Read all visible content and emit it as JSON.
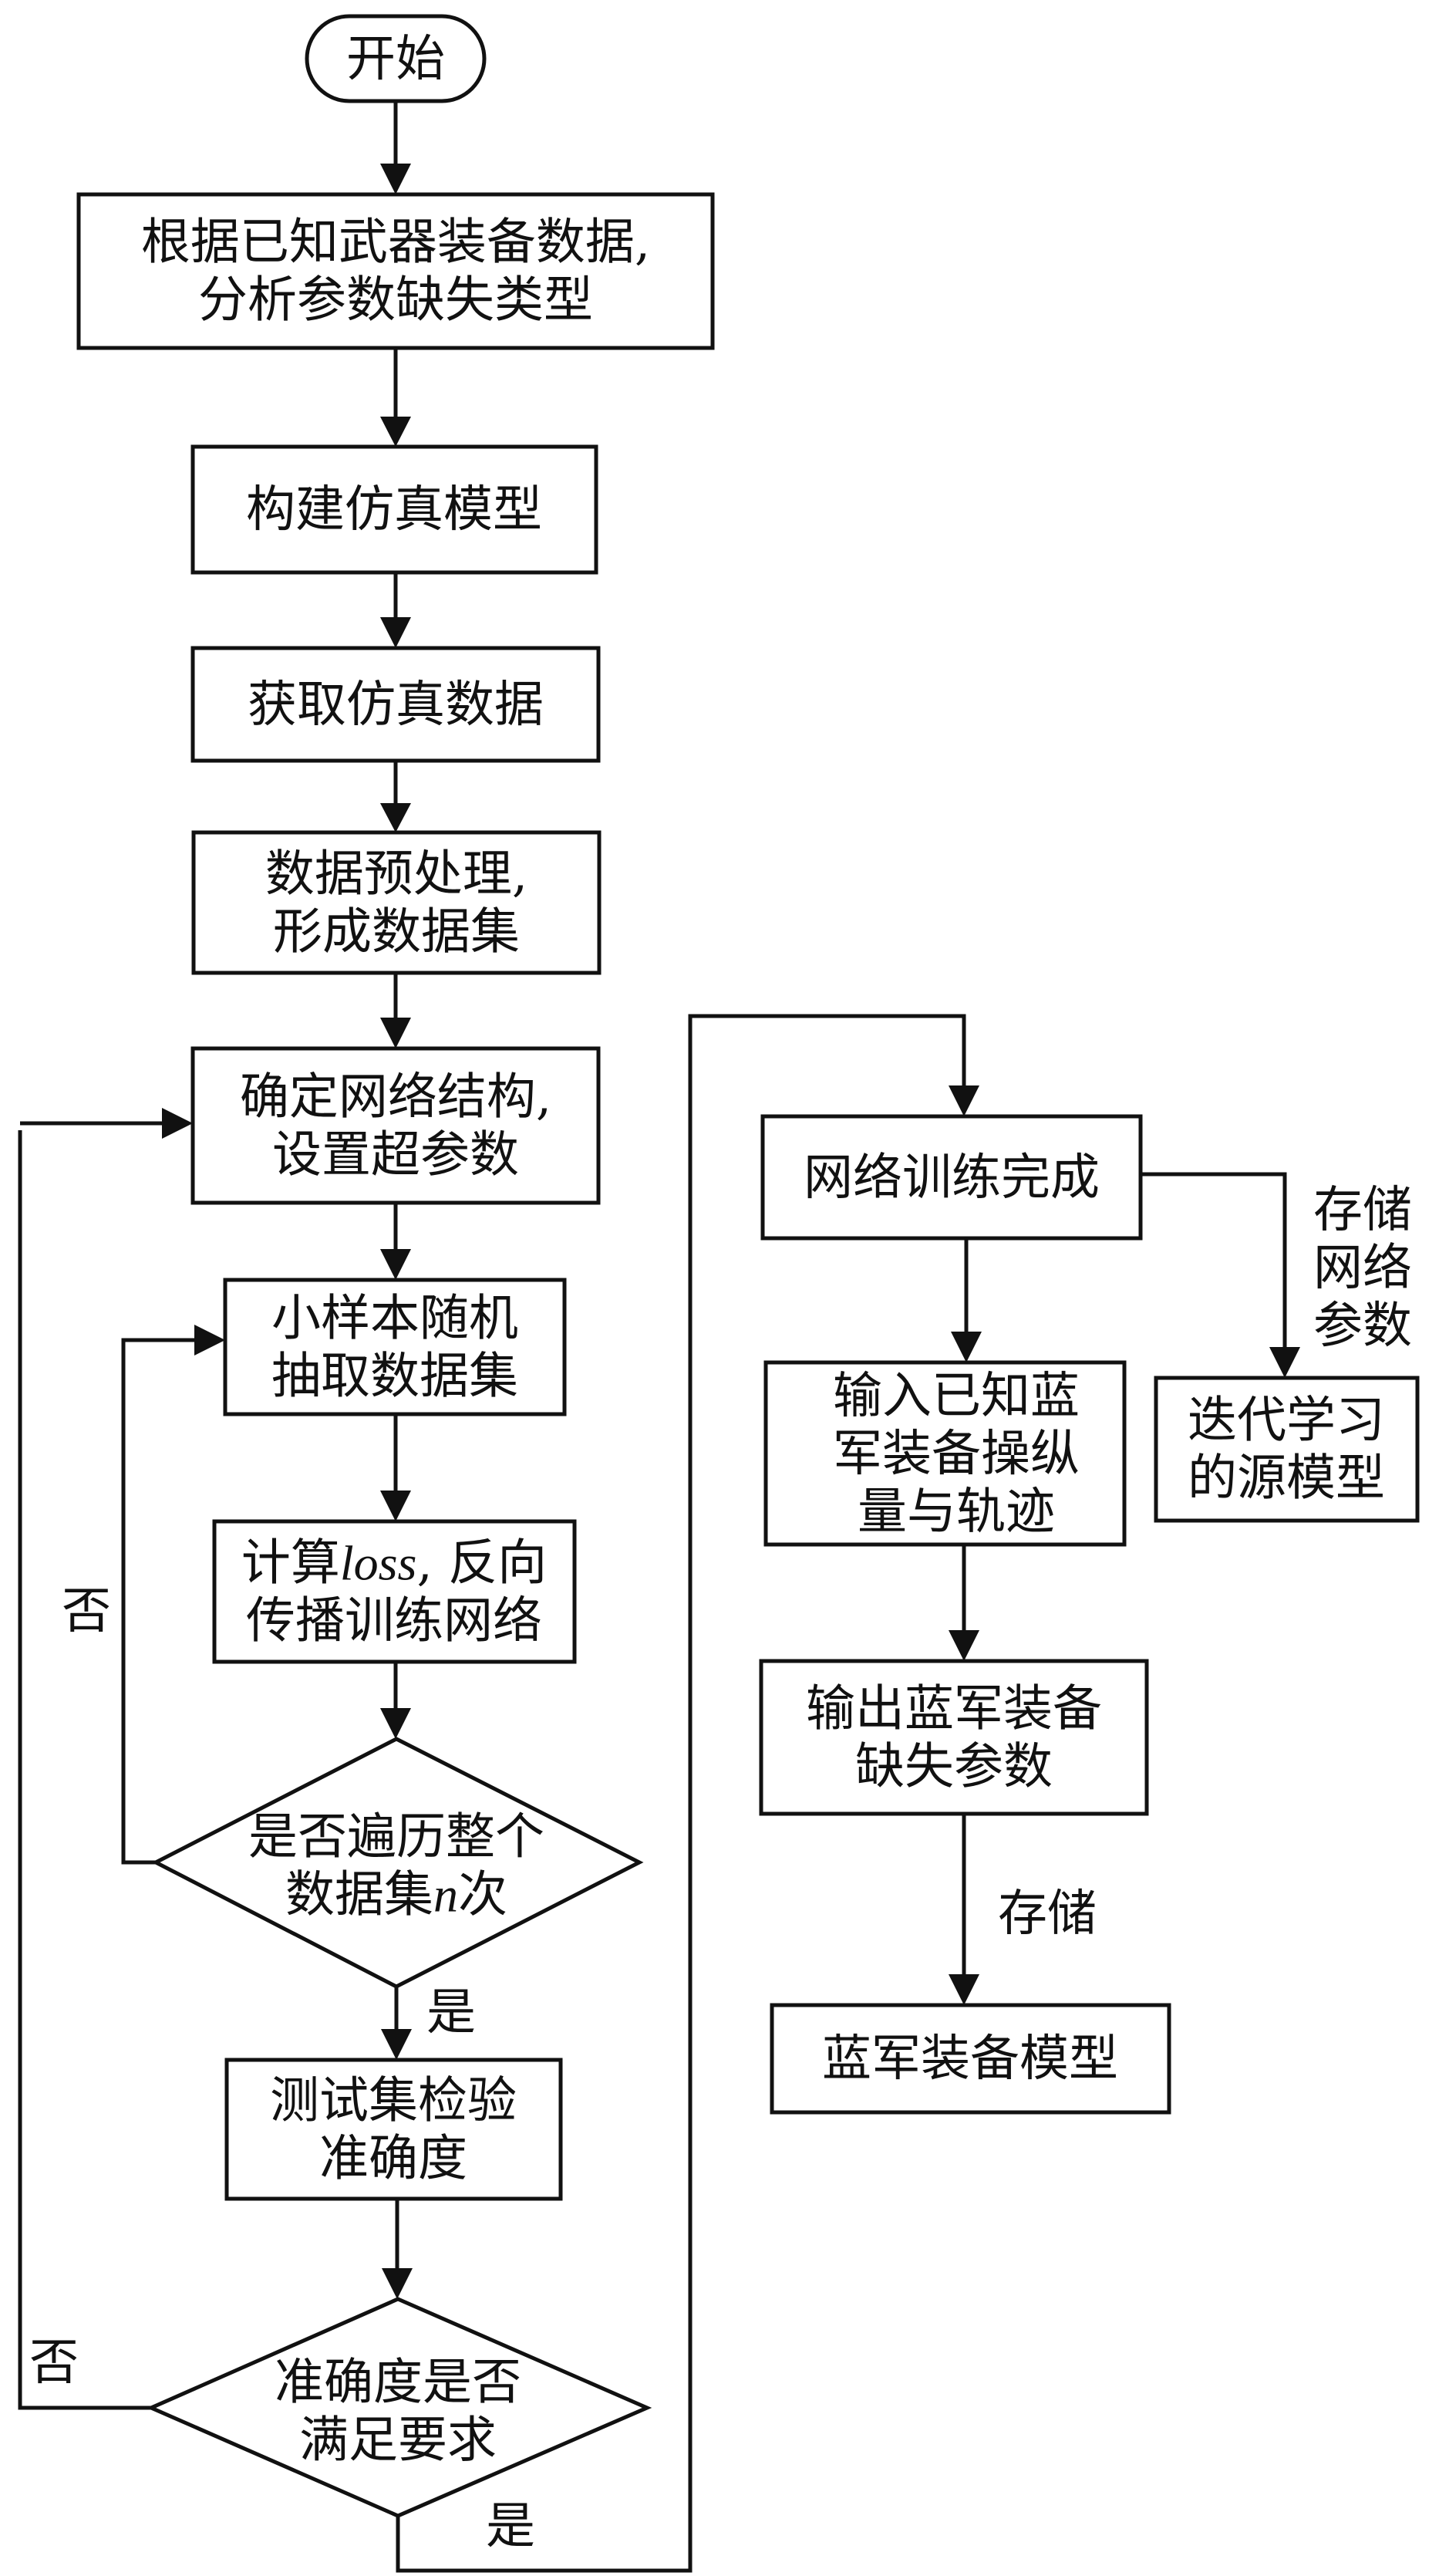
{
  "diagram": {
    "type": "flowchart",
    "colors": {
      "stroke": "#111111",
      "background": "#ffffff",
      "text": "#111111"
    },
    "nodes": {
      "start": {
        "shape": "terminator",
        "lines": [
          [
            "开始"
          ]
        ]
      },
      "analyze": {
        "shape": "process",
        "lines": [
          [
            "根据已知武器装备数据,"
          ],
          [
            "分析参数缺失类型"
          ]
        ]
      },
      "build_model": {
        "shape": "process",
        "lines": [
          [
            "构建仿真模型"
          ]
        ]
      },
      "get_sim_data": {
        "shape": "process",
        "lines": [
          [
            "获取仿真数据"
          ]
        ]
      },
      "preprocess": {
        "shape": "process",
        "lines": [
          [
            "数据预处理,"
          ],
          [
            "形成数据集"
          ]
        ]
      },
      "define_network": {
        "shape": "process",
        "lines": [
          [
            "确定网络结构,"
          ],
          [
            "设置超参数"
          ]
        ]
      },
      "sample_batch": {
        "shape": "process",
        "lines": [
          [
            "小样本随机"
          ],
          [
            "抽取数据集"
          ]
        ]
      },
      "compute_loss": {
        "shape": "process",
        "lines": [
          [
            "计算",
            {
              "italic": "loss"
            },
            ", 反向"
          ],
          [
            "传播训练网络"
          ]
        ]
      },
      "traversed_check": {
        "shape": "decision",
        "lines": [
          [
            "是否遍历整个"
          ],
          [
            "数据集",
            {
              "italic": "n"
            },
            "次"
          ]
        ]
      },
      "test_accuracy": {
        "shape": "process",
        "lines": [
          [
            "测试集检验"
          ],
          [
            "准确度"
          ]
        ]
      },
      "accuracy_check": {
        "shape": "decision",
        "lines": [
          [
            "准确度是否"
          ],
          [
            "满足要求"
          ]
        ]
      },
      "training_done": {
        "shape": "process",
        "lines": [
          [
            "网络训练完成"
          ]
        ]
      },
      "input_known": {
        "shape": "process",
        "lines": [
          [
            "输入已知蓝"
          ],
          [
            "军装备操纵"
          ],
          [
            "量与轨迹"
          ]
        ]
      },
      "source_model": {
        "shape": "process",
        "lines": [
          [
            "迭代学习"
          ],
          [
            "的源模型"
          ]
        ]
      },
      "output_params": {
        "shape": "process",
        "lines": [
          [
            "输出蓝军装备"
          ],
          [
            "缺失参数"
          ]
        ]
      },
      "blue_model": {
        "shape": "process",
        "lines": [
          [
            "蓝军装备模型"
          ]
        ]
      }
    },
    "edges": [
      {
        "from": "start",
        "to": "analyze",
        "label": ""
      },
      {
        "from": "analyze",
        "to": "build_model",
        "label": ""
      },
      {
        "from": "build_model",
        "to": "get_sim_data",
        "label": ""
      },
      {
        "from": "get_sim_data",
        "to": "preprocess",
        "label": ""
      },
      {
        "from": "preprocess",
        "to": "define_network",
        "label": ""
      },
      {
        "from": "define_network",
        "to": "sample_batch",
        "label": ""
      },
      {
        "from": "sample_batch",
        "to": "compute_loss",
        "label": ""
      },
      {
        "from": "compute_loss",
        "to": "traversed_check",
        "label": ""
      },
      {
        "from": "traversed_check",
        "to": "sample_batch",
        "label": "否"
      },
      {
        "from": "traversed_check",
        "to": "test_accuracy",
        "label": "是"
      },
      {
        "from": "test_accuracy",
        "to": "accuracy_check",
        "label": ""
      },
      {
        "from": "accuracy_check",
        "to": "define_network",
        "label": "否"
      },
      {
        "from": "accuracy_check",
        "to": "training_done",
        "label": "是"
      },
      {
        "from": "training_done",
        "to": "input_known",
        "label": ""
      },
      {
        "from": "training_done",
        "to": "source_model",
        "label": "存储网络参数"
      },
      {
        "from": "input_known",
        "to": "output_params",
        "label": ""
      },
      {
        "from": "output_params",
        "to": "blue_model",
        "label": "存储"
      }
    ],
    "labels": {
      "no_inner": "否",
      "yes_inner": "是",
      "no_outer": "否",
      "yes_outer": "是",
      "store_params_lines": [
        "存储",
        "网络",
        "参数"
      ],
      "store": "存储"
    }
  }
}
